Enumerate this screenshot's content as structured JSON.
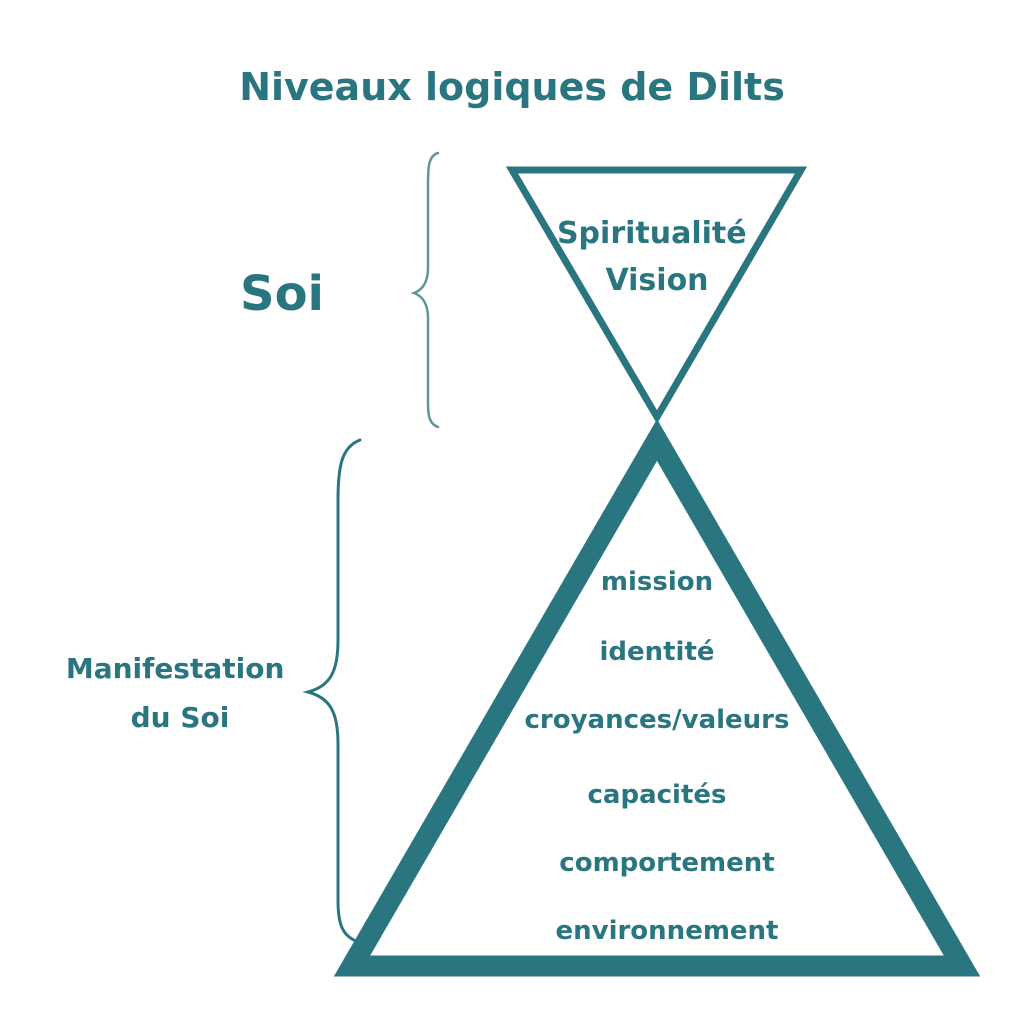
{
  "title": "Niveaux logiques de Dilts",
  "colors": {
    "accent": "#2a7680",
    "background": "#ffffff",
    "brace": "#5f959b"
  },
  "brackets": {
    "upper_label": "Soi",
    "lower_label_lines": [
      "Manifestation",
      "du Soi"
    ]
  },
  "top_triangle": {
    "lines": [
      "Spiritualité",
      "Vision"
    ]
  },
  "bottom_triangle": {
    "levels": [
      "mission",
      "identité",
      "croyances/valeurs",
      "capacités",
      "comportement",
      "environnement"
    ]
  }
}
